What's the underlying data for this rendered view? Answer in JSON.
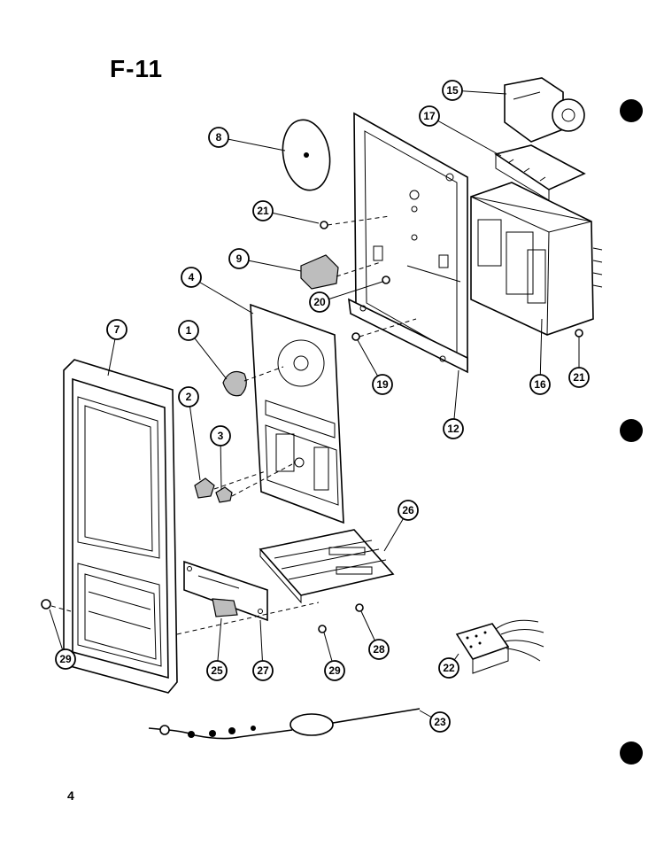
{
  "title": "F-11",
  "page_number": "4",
  "callouts": [
    "1",
    "2",
    "3",
    "4",
    "7",
    "8",
    "9",
    "12",
    "15",
    "16",
    "17",
    "19",
    "20",
    "21",
    "22",
    "23",
    "25",
    "26",
    "27",
    "28",
    "29"
  ],
  "colors": {
    "ink": "#000000",
    "paper": "#ffffff"
  }
}
